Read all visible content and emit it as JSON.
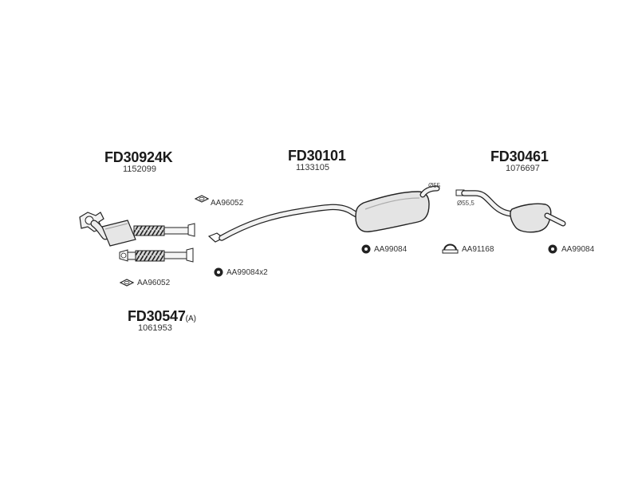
{
  "groups": {
    "g1": {
      "code": "FD30924K",
      "number": "1152099"
    },
    "g2": {
      "code": "FD30101",
      "number": "1133105"
    },
    "g3": {
      "code": "FD30461",
      "number": "1076697"
    },
    "g4": {
      "code": "FD30547",
      "suffix": "(A)",
      "number": "1061953"
    }
  },
  "accessories": {
    "a1": "AA96052",
    "a2": "AA96052",
    "a3": "AA99084x2",
    "a4": "AA99084",
    "a5": "AA91168",
    "a6": "AA99084"
  },
  "dimensions": {
    "d1": "Ø55",
    "d2": "Ø55,5"
  }
}
